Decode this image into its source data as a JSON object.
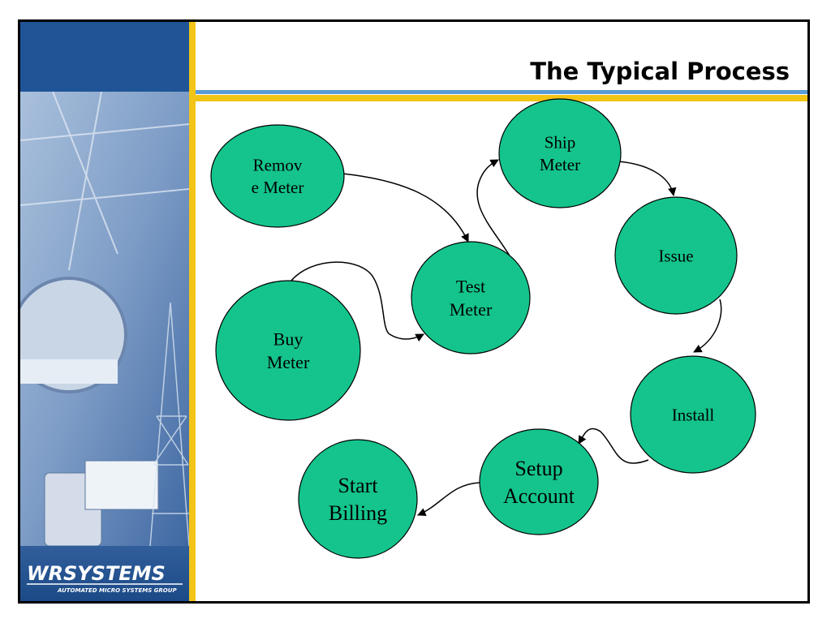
{
  "slide": {
    "title": "The Typical Process"
  },
  "logo": {
    "brand": "WRSYSTEMS",
    "tagline": "AUTOMATED MICRO SYSTEMS GROUP"
  },
  "colors": {
    "sidebar_blue": "#1f5597",
    "accent_gold": "#f2c417",
    "rule_blue": "#5a9bd8",
    "node_fill": "#14c48c"
  },
  "process": {
    "nodes": [
      {
        "id": "remove-meter",
        "lines": [
          "Remov",
          "e Meter"
        ]
      },
      {
        "id": "buy-meter",
        "lines": [
          "Buy",
          "Meter"
        ]
      },
      {
        "id": "test-meter",
        "lines": [
          "Test",
          "Meter"
        ]
      },
      {
        "id": "ship-meter",
        "lines": [
          "Ship",
          "Meter"
        ]
      },
      {
        "id": "issue",
        "lines": [
          "Issue"
        ]
      },
      {
        "id": "install",
        "lines": [
          "Install"
        ]
      },
      {
        "id": "setup-account",
        "lines": [
          "Setup",
          "Account"
        ]
      },
      {
        "id": "start-billing",
        "lines": [
          "Start",
          "Billing"
        ]
      }
    ],
    "edges": [
      {
        "from": "remove-meter",
        "to": "test-meter"
      },
      {
        "from": "buy-meter",
        "to": "test-meter"
      },
      {
        "from": "test-meter",
        "to": "ship-meter"
      },
      {
        "from": "ship-meter",
        "to": "issue"
      },
      {
        "from": "issue",
        "to": "install"
      },
      {
        "from": "install",
        "to": "setup-account"
      },
      {
        "from": "setup-account",
        "to": "start-billing"
      }
    ]
  }
}
